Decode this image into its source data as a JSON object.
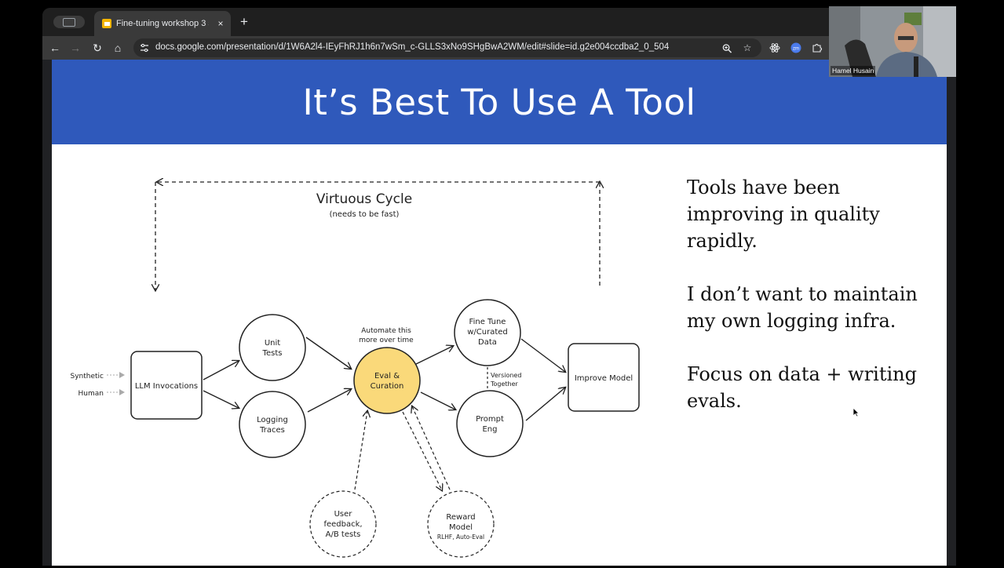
{
  "browser": {
    "tab": {
      "title": "Fine-tuning workshop 3 slide",
      "close": "×"
    },
    "new_tab": "+",
    "nav": {
      "back": "←",
      "forward": "→",
      "reload": "↻",
      "home": "⌂"
    },
    "url": "docs.google.com/presentation/d/1W6A2l4-IEyFhRJ1h6n7wSm_c-GLLS3xNo9SHgBwA2WM/edit#slide=id.g2e004ccdba2_0_504",
    "omnibox_icons": [
      "zoom-icon",
      "bookmark-star-icon"
    ],
    "extension_icons": [
      "react-extension-icon",
      "zoom-extension-icon",
      "puzzle-extensions-icon"
    ],
    "zoom_ext_label": "zm"
  },
  "slide": {
    "title": "It’s Best To Use A Tool",
    "bullets": [
      "Tools have been improving in quality rapidly.",
      "I don’t want to maintain my own logging infra.",
      "Focus on data + writing evals."
    ],
    "colors": {
      "header": "#2f59bb",
      "eval_node": "#fad97a"
    }
  },
  "diagram": {
    "title": "Virtuous Cycle",
    "subtitle": "(needs to be fast)",
    "inputs": [
      "Synthetic",
      "Human"
    ],
    "nodes": {
      "llm": "LLM Invocations",
      "unit_tests": [
        "Unit",
        "Tests"
      ],
      "logging": [
        "Logging",
        "Traces"
      ],
      "eval": [
        "Eval &",
        "Curation"
      ],
      "fine_tune": [
        "Fine Tune",
        "w/Curated",
        "Data"
      ],
      "prompt": [
        "Prompt",
        "Eng"
      ],
      "improve": "Improve Model",
      "user_feedback": [
        "User",
        "feedback,",
        "A/B tests"
      ],
      "reward": [
        "Reward",
        "Model",
        "RLHF, Auto-Eval"
      ]
    },
    "notes": {
      "automate": [
        "Automate this",
        "more over time"
      ],
      "versioned": [
        "Versioned",
        "Together"
      ]
    }
  },
  "webcam": {
    "name": "Hamel Husain"
  }
}
